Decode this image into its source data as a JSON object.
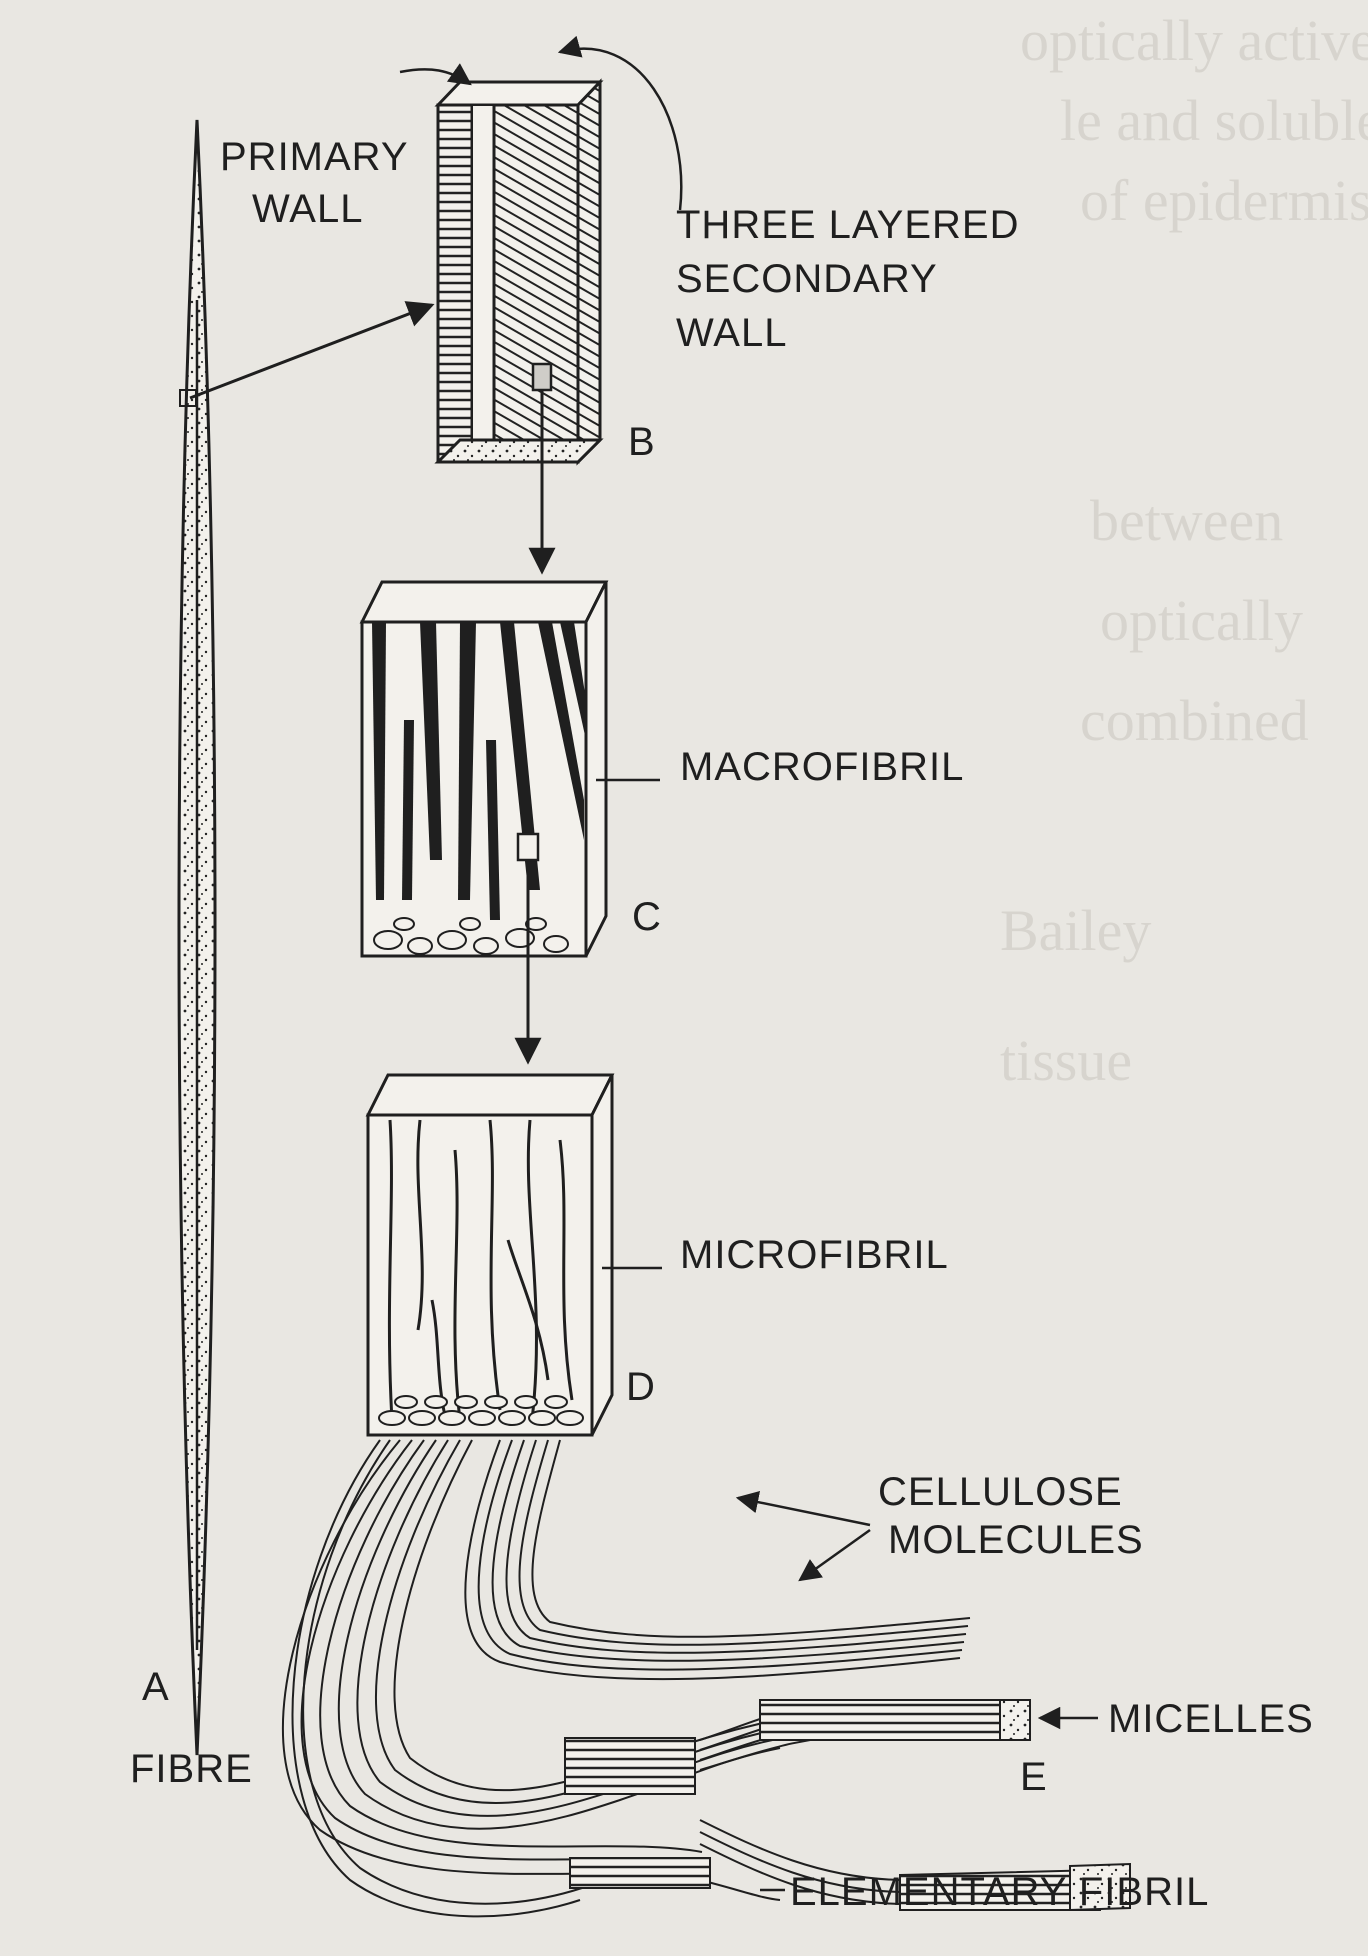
{
  "labels": {
    "primary_wall": [
      "PRIMARY",
      "WALL"
    ],
    "secondary_wall": [
      "THREE LAYERED",
      "SECONDARY",
      "WALL"
    ],
    "b": "B",
    "macrofibril": "MACROFIBRIL",
    "c": "C",
    "microfibril": "MICROFIBRIL",
    "d": "D",
    "cellulose_molecules": [
      "CELLULOSE",
      "MOLECULES"
    ],
    "micelles": "MICELLES",
    "e": "E",
    "a": "A",
    "fibre": "FIBRE",
    "elementary_fibril": "ELEMENTARY FIBRIL"
  },
  "colors": {
    "ink": "#1f1f1f",
    "paper": "#e9e7e2",
    "bleed": "#c9c6bf"
  }
}
